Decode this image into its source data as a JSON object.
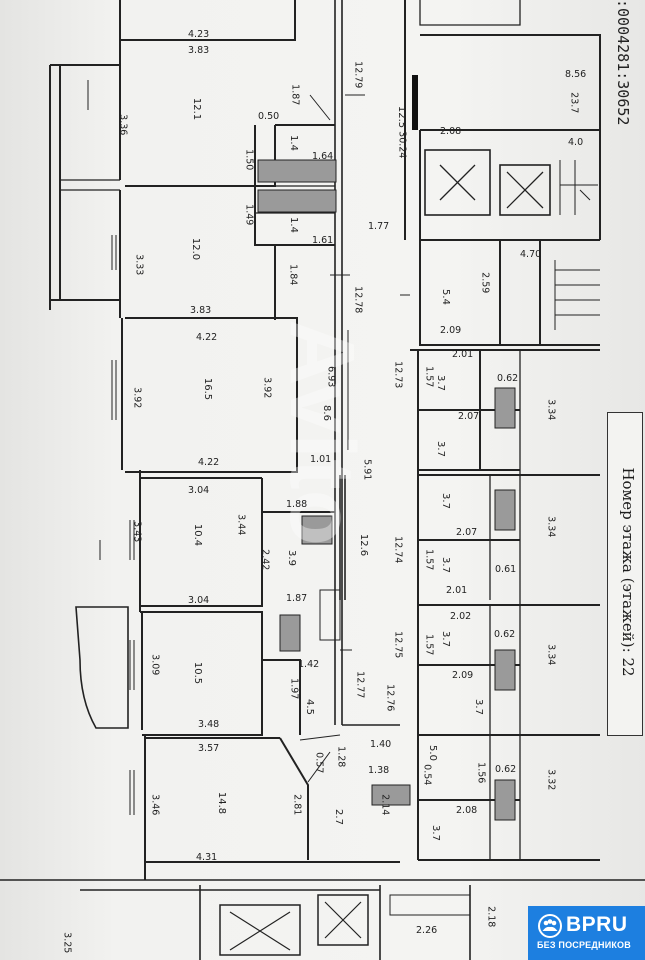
{
  "cadastral_number": ":0004281:30652",
  "floor_label": "Номер этажа (этажей): 22",
  "watermark": "Avito",
  "badge": {
    "brand": "BPRU",
    "tagline": "БЕЗ ПОСРЕДНИКОВ",
    "accent": "#1d7fe0"
  },
  "dims": {
    "d423": "4.23",
    "d383a": "3.83",
    "d336": "3.36",
    "d187": "1.87",
    "d050": "0.50",
    "d150": "1.50",
    "d164": "1.64",
    "d149": "1.49",
    "d161": "1.61",
    "d333": "3.33",
    "d383b": "3.83",
    "d184": "1.84",
    "d1279": "12.79",
    "d3024": "30.24",
    "d177": "1.77",
    "d1278": "12.78",
    "d208a": "2.08",
    "d856": "8.56",
    "d237": "23.7",
    "d40": "4.0",
    "d470": "4.70",
    "d259": "2.59",
    "d209a": "2.09",
    "d201a": "2.01",
    "d062a": "0.62",
    "d1273": "12.73",
    "d157a": "1.57",
    "d207a": "2.07",
    "d334a": "3.34",
    "d422a": "4.22",
    "d392a": "3.92",
    "d392b": "3.92",
    "d693": "6.93",
    "d422b": "4.22",
    "d101": "1.01",
    "d591": "5.91",
    "d304a": "3.04",
    "d188": "1.88",
    "d343": "3.43",
    "d344": "3.44",
    "d242": "2.42",
    "d1274": "12.74",
    "d157b": "1.57",
    "d207b": "2.07",
    "d201b": "2.01",
    "d061": "0.61",
    "d334b": "3.34",
    "d304b": "3.04",
    "d187b": "1.87",
    "d202": "2.02",
    "d062b": "0.62",
    "d1275": "12.75",
    "d157c": "1.57",
    "d209b": "2.09",
    "d334c": "3.34",
    "d309": "3.09",
    "d142": "1.42",
    "d197": "1.97",
    "d1277": "12.77",
    "d1276": "12.76",
    "d348": "3.48",
    "d140": "1.40",
    "d357": "3.57",
    "d128": "1.28",
    "d057": "0.57",
    "d138": "1.38",
    "d054": "0.54",
    "d156": "1.56",
    "d062c": "0.62",
    "d332": "3.32",
    "d346": "3.46",
    "d281": "2.81",
    "d214": "2.14",
    "d208b": "2.08",
    "d431": "4.31",
    "d226": "2.26",
    "d218": "2.18",
    "d325": "3.25"
  },
  "areas": {
    "a1": "12.1",
    "a2": "1.4",
    "a3": "1.4",
    "a4": "12.0",
    "a5": "16.5",
    "a6": "8.6",
    "a7": "10.4",
    "a8": "3.9",
    "a9": "10.5",
    "a10": "4.5",
    "a11": "2.7",
    "a12": "14.8",
    "a13": "12.5",
    "a14": "5.4",
    "a15": "3.7",
    "a16": "3.7",
    "a17": "3.7",
    "a18": "3.7",
    "a19": "3.7",
    "a20": "3.7",
    "a21": "5.0",
    "a22": "3.7",
    "a23": "12.6"
  }
}
